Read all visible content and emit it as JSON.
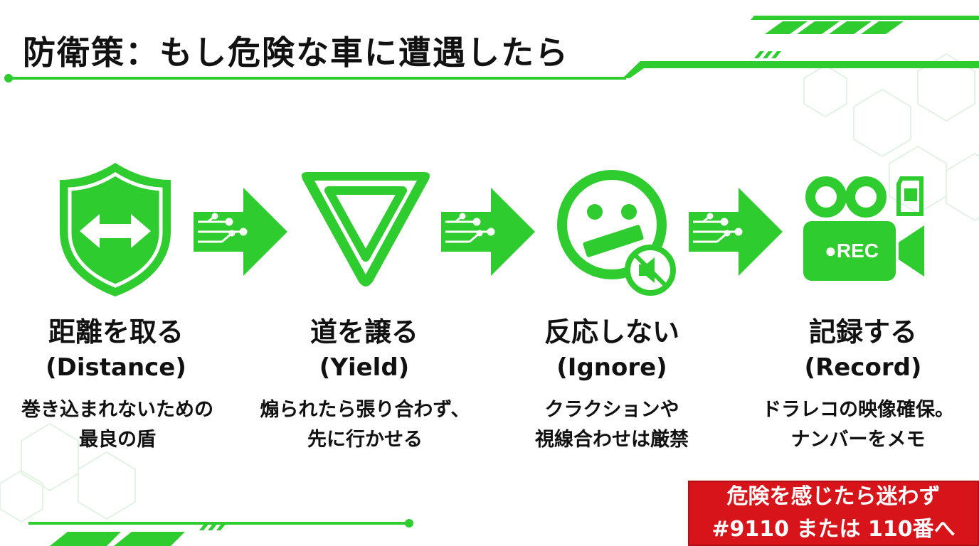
{
  "title": "防衛策：もし危険な車に遭遇したら",
  "colors": {
    "accent": "#2ecc2e",
    "alert": "#d7141a"
  },
  "steps": [
    {
      "icon": "shield-arrow-icon",
      "title": "距離を取る",
      "en": "(Distance)",
      "desc": [
        "巻き込まれないための",
        "最良の盾"
      ]
    },
    {
      "icon": "yield-sign-icon",
      "title": "道を譲る",
      "en": "(Yield)",
      "desc": [
        "煽られたら張り合わず、",
        "先に行かせる"
      ]
    },
    {
      "icon": "taped-mouth-face-icon",
      "title": "反応しない",
      "en": "(Ignore)",
      "desc": [
        "クラクションや",
        "視線合わせは厳禁"
      ]
    },
    {
      "icon": "video-camera-rec-icon",
      "title": "記録する",
      "en": "(Record)",
      "desc": [
        "ドラレコの映像確保。",
        "ナンバーをメモ"
      ]
    }
  ],
  "camera_label": "●REC",
  "alert": {
    "line1": "危険を感じたら迷わず",
    "line2": "#9110 または 110番へ"
  }
}
